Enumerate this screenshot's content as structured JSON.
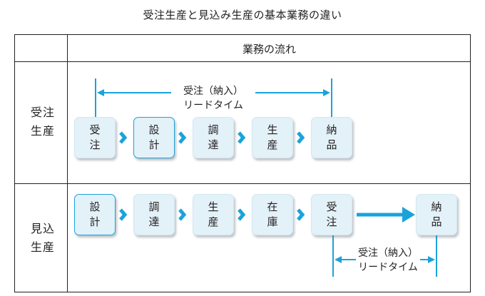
{
  "title": "受注生産と見込み生産の基本業務の違い",
  "header": "業務の流れ",
  "colors": {
    "accent": "#1aa3db",
    "box_fill": "#e3f1f8",
    "line": "#231f20"
  },
  "rows": [
    {
      "label": "受注\n生産",
      "boxes": [
        "受\n注",
        "設\n計",
        "調\n達",
        "生\n産",
        "納\n品"
      ],
      "highlighted": [
        1
      ],
      "lead_time": {
        "line1": "受注（納入）",
        "line2": "リードタイム"
      }
    },
    {
      "label": "見込\n生産",
      "boxes": [
        "設\n計",
        "調\n達",
        "生\n産",
        "在\n庫",
        "受\n注",
        "納\n品"
      ],
      "highlighted": [
        0
      ],
      "lead_time": {
        "line1": "受注（納入）",
        "line2": "リードタイム"
      }
    }
  ]
}
